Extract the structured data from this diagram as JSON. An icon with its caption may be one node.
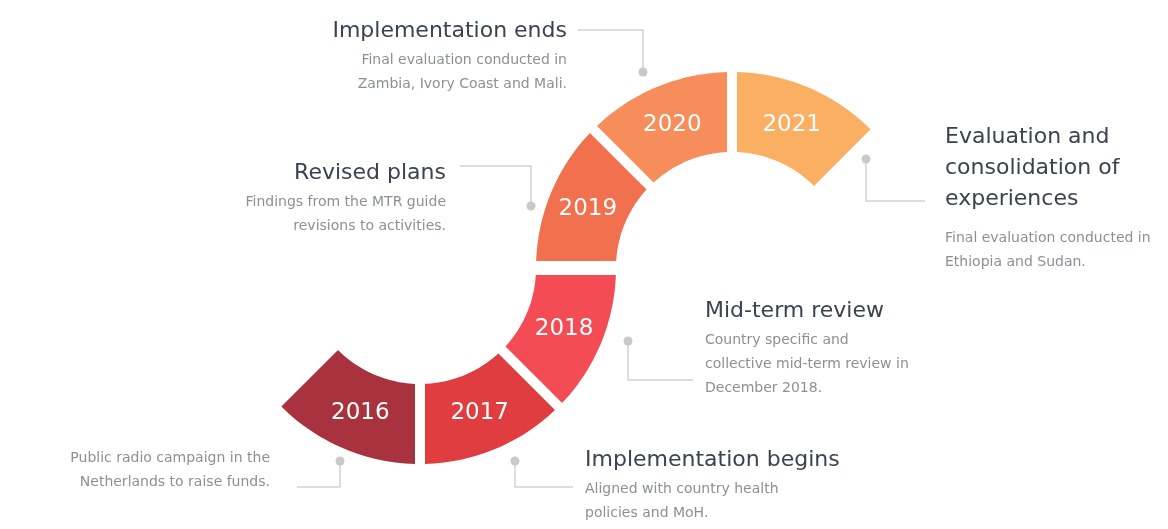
{
  "diagram": {
    "nodes": [
      {
        "text": [
          "2016"
        ]
      },
      {
        "text": [
          "2017"
        ]
      },
      {
        "text": [
          "2018"
        ]
      },
      {
        "text": [
          "2019"
        ]
      },
      {
        "text": [
          "2020"
        ]
      },
      {
        "text": [
          "2021"
        ]
      },
      {
        "text": [
          "Public radio campaign in the Netherlands to raise funds."
        ]
      },
      {
        "text": [
          "Implementation begins",
          "Aligned with country health policies and MoH."
        ]
      },
      {
        "text": [
          "Mid-term review",
          "Country specific and collective mid-term review in December 2018."
        ]
      },
      {
        "text": [
          "Revised plans",
          "Findings from the MTR guide revisions to activities."
        ]
      },
      {
        "text": [
          "Implementation ends",
          "Final evaluation conducted in Zambia, Ivory Coast and Mali."
        ]
      },
      {
        "text": [
          "Evaluation and consolidation of experiences",
          "Final evaluation conducted in Ethiopia and Sudan."
        ]
      }
    ],
    "edges": [
      {
        "from": 6,
        "to": 0,
        "arrow": "other"
      },
      {
        "from": 7,
        "to": 1,
        "arrow": "other"
      },
      {
        "from": 8,
        "to": 2,
        "arrow": "other"
      },
      {
        "from": 9,
        "to": 3,
        "arrow": "other"
      },
      {
        "from": 10,
        "to": 4,
        "arrow": "other"
      },
      {
        "from": 11,
        "to": 5,
        "arrow": "other"
      }
    ]
  }
}
